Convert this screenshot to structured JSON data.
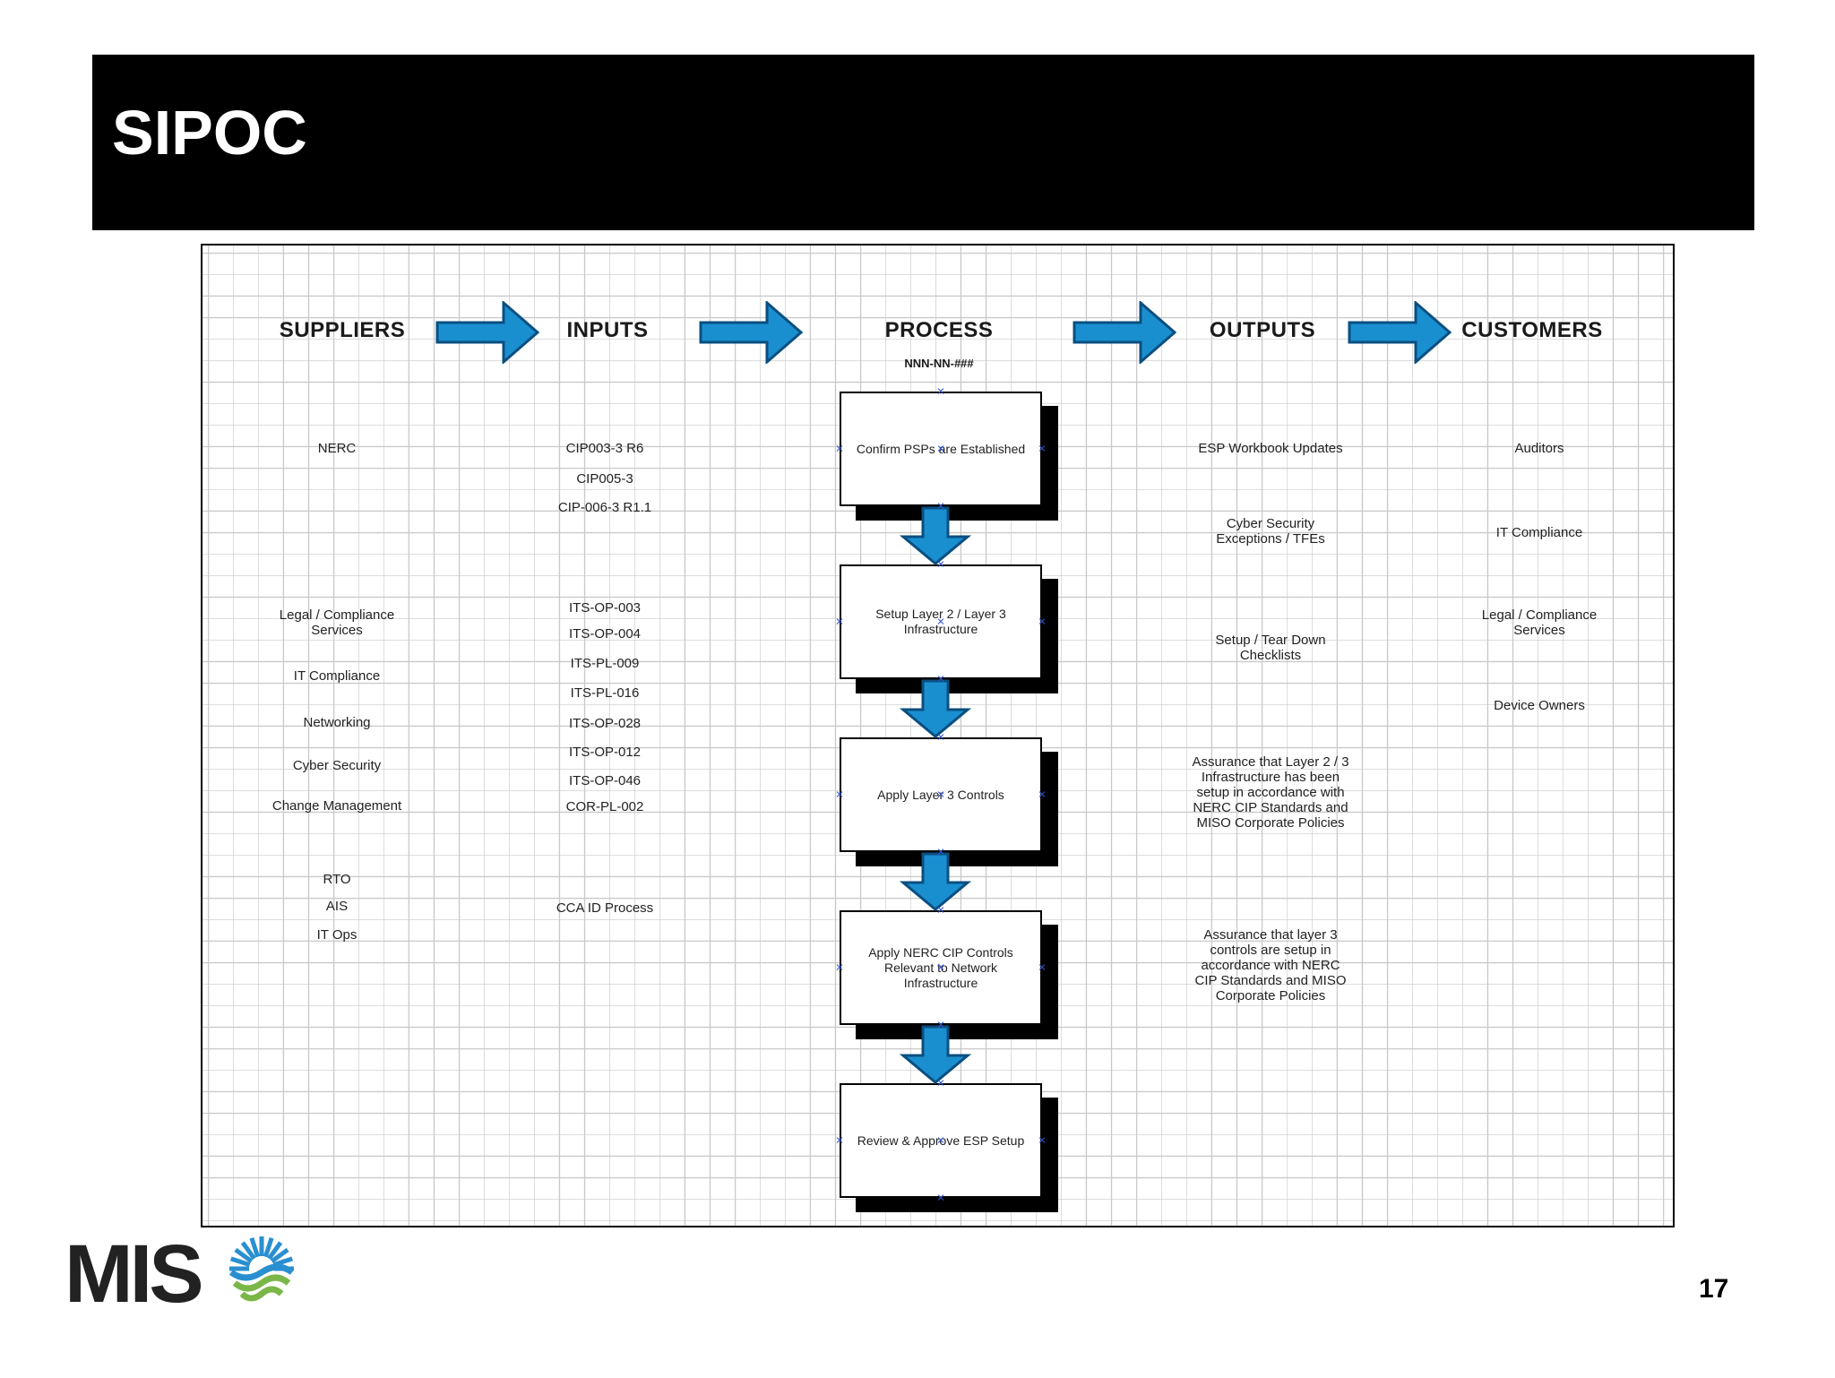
{
  "slide": {
    "title": "SIPOC",
    "page_number": "17",
    "logo_text": "MIS"
  },
  "columns": {
    "suppliers": "SUPPLIERS",
    "inputs": "INPUTS",
    "process": "PROCESS",
    "outputs": "OUTPUTS",
    "customers": "CUSTOMERS"
  },
  "process_code": "NNN-NN-###",
  "suppliers": [
    "NERC",
    "Legal / Compliance\nServices",
    "IT Compliance",
    "Networking",
    "Cyber Security",
    "Change Management",
    "RTO",
    "AIS",
    "IT Ops"
  ],
  "inputs": [
    "CIP003-3 R6",
    "CIP005-3",
    "CIP-006-3 R1.1",
    "ITS-OP-003",
    "ITS-OP-004",
    "ITS-PL-009",
    "ITS-PL-016",
    "ITS-OP-028",
    "ITS-OP-012",
    "ITS-OP-046",
    "COR-PL-002",
    "CCA ID Process"
  ],
  "process_steps": [
    "Confirm PSPs are Established",
    "Setup Layer 2 / Layer 3 Infrastructure",
    "Apply Layer 3 Controls",
    "Apply NERC CIP Controls Relevant to Network Infrastructure",
    "Review & Approve ESP Setup"
  ],
  "outputs": [
    "ESP Workbook Updates",
    "Cyber Security\nExceptions / TFEs",
    "Setup / Tear Down\nChecklists",
    "Assurance that Layer 2 / 3\nInfrastructure has been\nsetup in accordance with\nNERC CIP Standards and\nMISO Corporate Policies",
    "Assurance that layer 3\ncontrols are setup in\naccordance with NERC\nCIP Standards and MISO\nCorporate Policies"
  ],
  "customers": [
    "Auditors",
    "IT Compliance",
    "Legal / Compliance\nServices",
    "Device Owners"
  ],
  "colors": {
    "arrow_fill": "#1a8fd0",
    "arrow_stroke": "#0a4f80",
    "title_bar": "#000000",
    "logo_green": "#7ab648",
    "logo_blue": "#2a8fd0"
  }
}
